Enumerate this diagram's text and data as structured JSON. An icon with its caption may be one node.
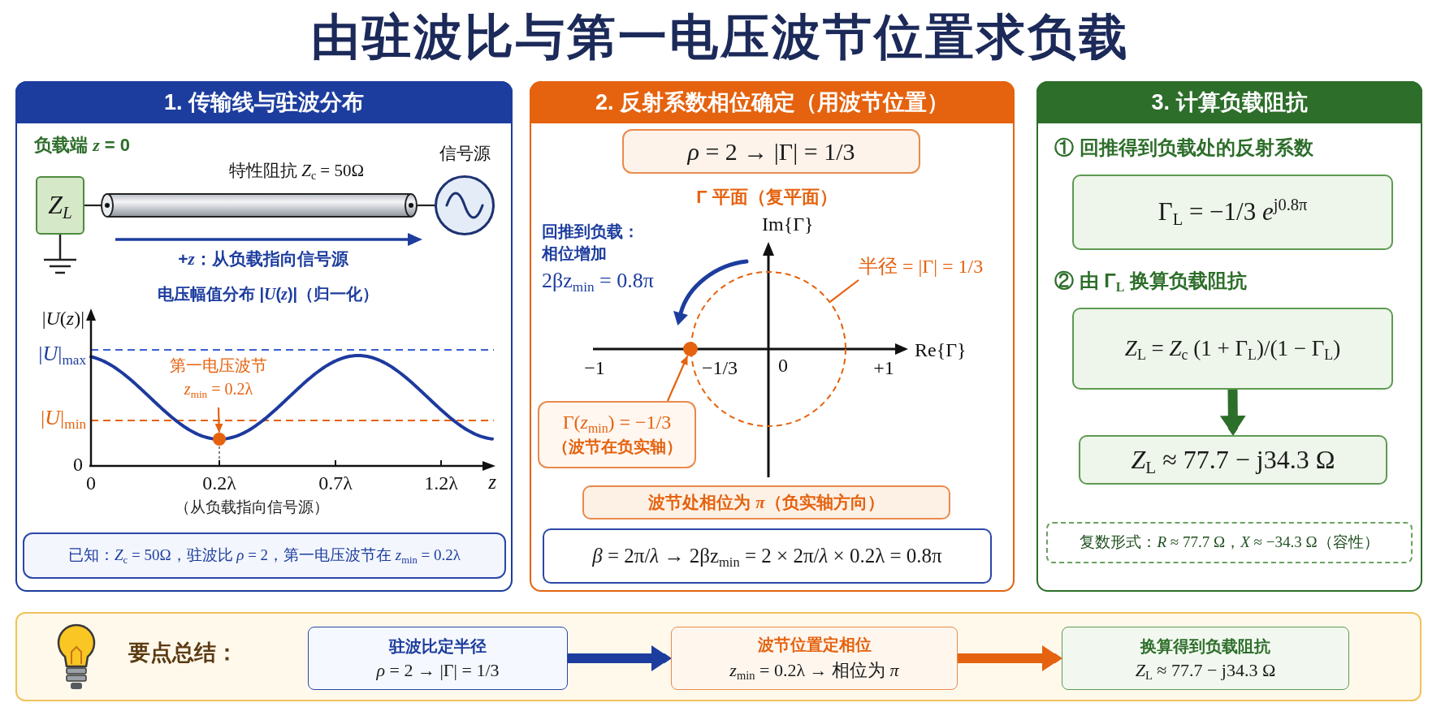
{
  "diagram": {
    "title": "由驻波比与第一电压波节位置求负载",
    "nodes": [
      {
        "text": [
          "1. 传输线与驻波分布"
        ]
      },
      {
        "text": [
          "Z$_{L}$"
        ],
        "beside": [
          "负载端 *z* = 0"
        ],
        "in": 0
      },
      {
        "text": [],
        "shape": "cylinder",
        "beside": [
          "特性阻抗 *Z*$_{c}$ = 50Ω"
        ],
        "in": 0
      },
      {
        "text": [],
        "shape": "circle",
        "beside": [
          "信号源"
        ],
        "in": 0
      },
      {
        "text": [
          "第一电压波节 *z*$_{min}$ = 0.2λ"
        ],
        "in": 0
      },
      {
        "text": [],
        "shape": "circle",
        "in": 0
      },
      {
        "text": [
          "已知：*Z*$_{c}$ = 50Ω，驻波比 *ρ* = 2，第一电压波节在 *z*$_{min}$ = 0.2λ"
        ],
        "in": 0
      },
      {
        "text": [
          "2. 反射系数相位确定（用波节位置）"
        ]
      },
      {
        "text": [
          "*ρ* = 2 → |Γ| = 1/3"
        ],
        "in": 7
      },
      {
        "text": [
          "半径 = |Γ| = 1/3"
        ],
        "in": 7
      },
      {
        "text": [],
        "shape": "circle",
        "in": 7
      },
      {
        "text": [],
        "shape": "circle",
        "in": 7
      },
      {
        "text": [
          "Γ(*z*$_{min}$) = −1/3",
          "（波节在负实轴）"
        ],
        "in": 7
      },
      {
        "text": [
          "波节处相位为 *π*（负实轴方向）"
        ],
        "in": 7
      },
      {
        "text": [
          "*β* = 2π/*λ* → 2βz$_{min}$ = 2 × 2π/*λ* × 0.2λ = 0.8π"
        ],
        "in": 7
      },
      {
        "text": [
          "3. 计算负载阻抗"
        ]
      },
      {
        "text": [
          "Γ$_{L}$ = −1/3 *e*$^{j0.8π}$"
        ],
        "in": 15
      },
      {
        "text": [
          "*Z*$_{L}$ = *Z*$_{c}$ (1 + Γ$_{L}$)/(1 − Γ$_{L}$)"
        ],
        "in": 15
      },
      {
        "text": [
          "*Z*$_{L}$ ≈ 77.7 − j34.3 Ω"
        ],
        "in": 15
      },
      {
        "text": [
          "复数形式：*R* ≈ 77.7 Ω，*X* ≈ −34.3 Ω（容性）"
        ],
        "in": 15
      },
      {
        "text": [
          "要点总结："
        ]
      },
      {
        "text": [
          "驻波比定半径",
          "*ρ* = 2 → |Γ| = 1/3"
        ],
        "in": 20
      },
      {
        "text": [
          "波节位置定相位",
          "*z*$_{min}$ = 0.2λ → 相位为 *π*"
        ],
        "in": 20
      },
      {
        "text": [
          "换算得到负载阻抗",
          "*Z*$_{L}$ ≈ 77.7 − j34.3 Ω"
        ],
        "in": 20
      }
    ],
    "edges": [
      {
        "from": 1,
        "to": 2,
        "arrow": "none",
        "color": "#222222"
      },
      {
        "from": 2,
        "to": 3,
        "arrow": "none",
        "color": "#222222"
      },
      {
        "from": 4,
        "to": 5,
        "arrow": "to",
        "color": "#e5620e"
      },
      {
        "from": 9,
        "to": 10,
        "arrow": "none",
        "color": "#e5620e"
      },
      {
        "from": 12,
        "to": 11,
        "arrow": "to",
        "color": "#e5620e"
      },
      {
        "from": 17,
        "to": 18,
        "arrow": "to",
        "style": "thick",
        "color": "#2d6e2a"
      },
      {
        "from": 21,
        "to": 22,
        "arrow": "to",
        "style": "thick",
        "color": "#1d3d9e"
      },
      {
        "from": 22,
        "to": 23,
        "arrow": "to",
        "style": "thick",
        "color": "#e5620e"
      }
    ],
    "labels": [
      "+*z*：从负载指向信号源",
      "电压幅值分布 |*U*(*z*)|（归一化）",
      "|*U*(*z*)|",
      "|*U*|$_{max}$",
      "|*U*|$_{min}$",
      "0",
      "0",
      "0.2λ",
      "0.7λ",
      "1.2λ",
      "z",
      "（从负载指向信号源）",
      "Γ 平面（复平面）",
      "回推到负载：相位增加",
      "2βz$_{min}$ = 0.8π",
      "Im{Γ}",
      "Re{Γ}",
      "−1",
      "−1/3",
      "0",
      "+1",
      "① 回推得到负载处的反射系数",
      "② 由 Γ$_{L}$ 换算负载阻抗"
    ]
  }
}
